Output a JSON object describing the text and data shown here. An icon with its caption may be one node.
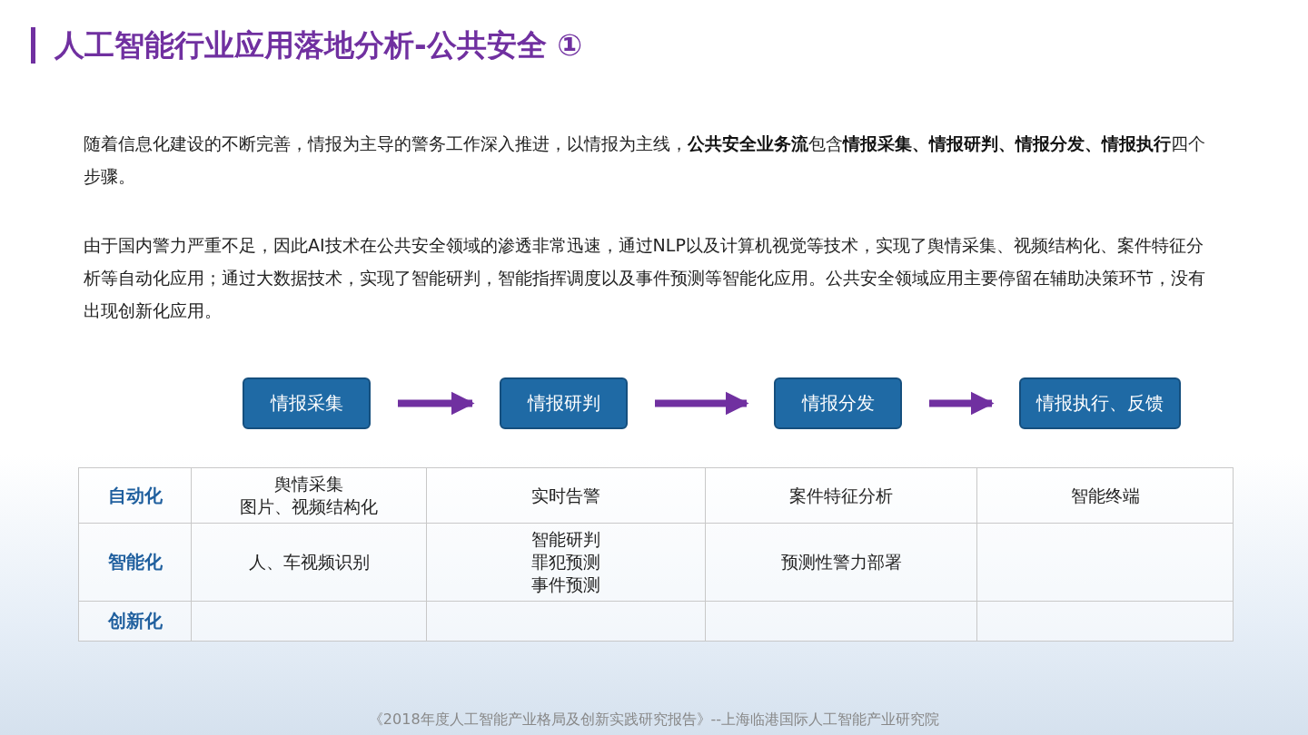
{
  "diagram": {
    "title": "人工智能行业应用落地分析-公共安全 ①",
    "nodes": [
      {
        "text": [
          "情报采集"
        ]
      },
      {
        "text": [
          "情报研判"
        ]
      },
      {
        "text": [
          "情报分发"
        ]
      },
      {
        "text": [
          "情报执行、反馈"
        ]
      }
    ],
    "edges": [
      {
        "from": 0,
        "to": 1,
        "arrow": "to"
      },
      {
        "from": 1,
        "to": 2,
        "arrow": "to"
      },
      {
        "from": 2,
        "to": 3,
        "arrow": "to"
      }
    ],
    "labels": [
      "随着信息化建设的不断完善，情报为主导的警务工作深入推进，以情报为主线，**公共安全业务流**包含**情报采集、情报研判、情报分发、情报执行**四个步骤。",
      "由于国内警力严重不足，因此AI技术在公共安全领域的渗透非常迅速，通过NLP以及计算机视觉等技术，实现了舆情采集、视频结构化、案件特征分析等自动化应用；通过大数据技术，实现了智能研判，智能指挥调度以及事件预测等智能化应用。公共安全领域应用主要停留在辅助决策环节，没有出现创新化应用。",
      "自动化",
      "舆情采集",
      "图片、视频结构化",
      "实时告警",
      "案件特征分析",
      "智能终端",
      "智能化",
      "人、车视频识别",
      "智能研判",
      "罪犯预测",
      "事件预测",
      "预测性警力部署",
      "创新化",
      "《2018年度人工智能产业格局及创新实践研究报告》--上海临港国际人工智能产业研究院"
    ]
  }
}
